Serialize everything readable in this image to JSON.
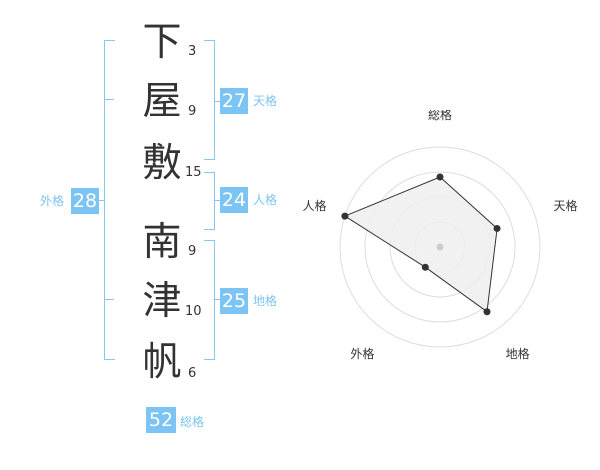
{
  "name_chars": [
    {
      "char": "下",
      "strokes": "3"
    },
    {
      "char": "屋",
      "strokes": "9"
    },
    {
      "char": "敷",
      "strokes": "15"
    },
    {
      "char": "南",
      "strokes": "9"
    },
    {
      "char": "津",
      "strokes": "10"
    },
    {
      "char": "帆",
      "strokes": "6"
    }
  ],
  "grades": {
    "tenkaku": {
      "value": "27",
      "label": "天格"
    },
    "jinkaku": {
      "value": "24",
      "label": "人格"
    },
    "chikaku": {
      "value": "25",
      "label": "地格"
    },
    "gaikaku": {
      "value": "28",
      "label": "外格"
    },
    "soukaku": {
      "value": "52",
      "label": "総格"
    }
  },
  "chart_data": {
    "type": "radar",
    "axes": [
      "総格",
      "天格",
      "地格",
      "外格",
      "人格"
    ],
    "values": [
      0.7,
      0.6,
      0.8,
      0.25,
      1.0
    ],
    "rings": 4,
    "series_color": "#333333",
    "fill_color": "#eeeeee"
  }
}
